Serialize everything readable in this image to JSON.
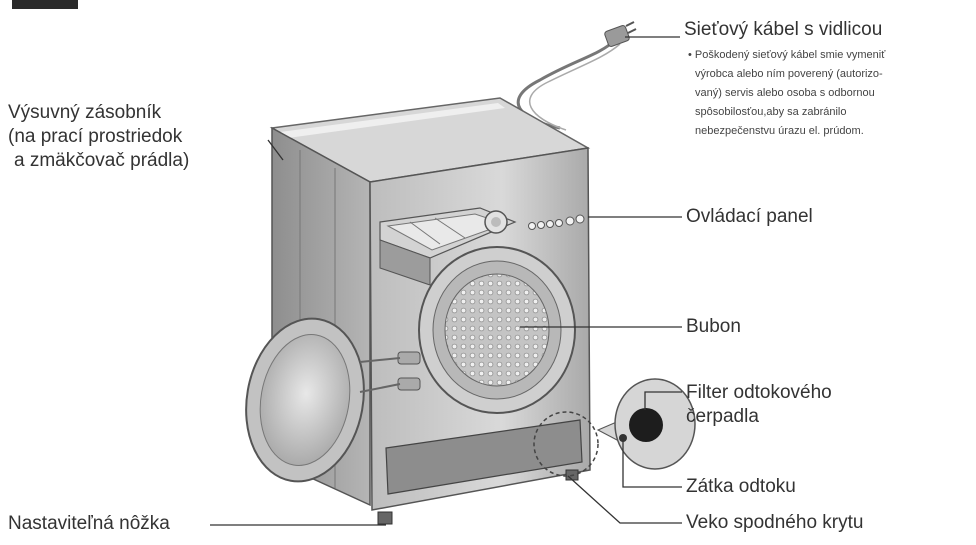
{
  "labels": {
    "cable_title": "Sieťový kábel s vidlicou",
    "cable_note": [
      "• Poškodený sieťový kábel smie vymeniť",
      "výrobca alebo ním poverený (autorizo-",
      "vaný) servis alebo osoba s odbornou",
      "spôsobilosťou,aby sa zabránilo",
      "nebezpečenstvu úrazu el. prúdom."
    ],
    "drawer": [
      "Výsuvný zásobník",
      "(na prací prostriedok",
      "a zmäkčovač prádla)"
    ],
    "control_panel": "Ovládací panel",
    "drum": "Bubon",
    "filter": [
      "Filter odtokového",
      "čerpadla"
    ],
    "drain_plug": "Zátka odtoku",
    "foot": "Nastaviteľná nôžka",
    "bottom_cover": "Veko spodného krytu"
  },
  "colors": {
    "machine_body": "#c9c9c9",
    "machine_dark": "#8a8a8a",
    "leader_line": "#333333"
  }
}
